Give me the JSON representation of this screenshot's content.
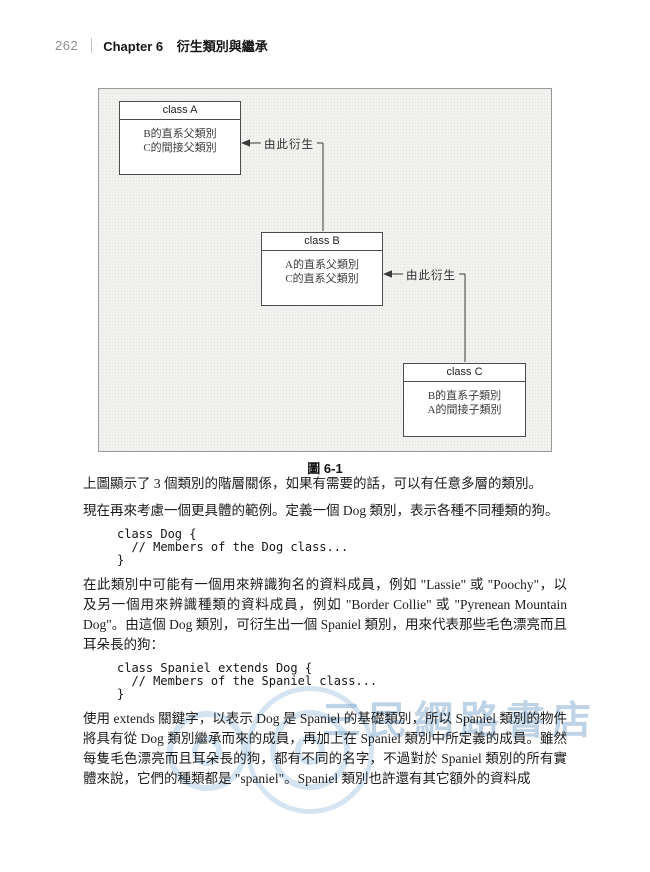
{
  "header": {
    "page_number": "262",
    "chapter_label": "Chapter 6",
    "chapter_title": "衍生類別與繼承"
  },
  "figure": {
    "caption": "圖 6-1",
    "derive_label": "由此衍生",
    "classes": [
      {
        "title": "class A",
        "lines": [
          "B的直系父類別",
          "C的間接父類別"
        ]
      },
      {
        "title": "class B",
        "lines": [
          "A的直系父類別",
          "C的直系父類別"
        ]
      },
      {
        "title": "class C",
        "lines": [
          "B的直系子類別",
          "A的間接子類別"
        ]
      }
    ]
  },
  "paragraphs": [
    "上圖顯示了 3 個類別的階層關係，如果有需要的話，可以有任意多層的類別。",
    "現在再來考慮一個更具體的範例。定義一個 Dog 類別，表示各種不同種類的狗。",
    "在此類別中可能有一個用來辨識狗名的資料成員，例如 \"Lassie\" 或 \"Poochy\"，以及另一個用來辨識種類的資料成員，例如 \"Border Collie\" 或 \"Pyrenean Mountain Dog\"。由這個 Dog 類別，可衍生出一個 Spaniel 類別，用來代表那些毛色漂亮而且耳朵長的狗：",
    "使用 extends 關鍵字，以表示 Dog 是 Spaniel 的基礎類別，所以 Spaniel 類別的物件將具有從 Dog 類別繼承而來的成員，再加上在 Spaniel 類別中所定義的成員。雖然每隻毛色漂亮而且耳朵長的狗，都有不同的名字，不過對於 Spaniel 類別的所有實體來說，它們的種類都是 \"spaniel\"。Spaniel 類別也許還有其它額外的資料成"
  ],
  "code_blocks": [
    {
      "lines": [
        "class Dog {",
        "  // Members of the Dog class...",
        "}"
      ]
    },
    {
      "lines": [
        "class Spaniel extends Dog {",
        "  // Members of the Spaniel class...",
        "}"
      ]
    }
  ],
  "watermark": {
    "text": "三民網路書店",
    "color": "#80a8cd"
  }
}
